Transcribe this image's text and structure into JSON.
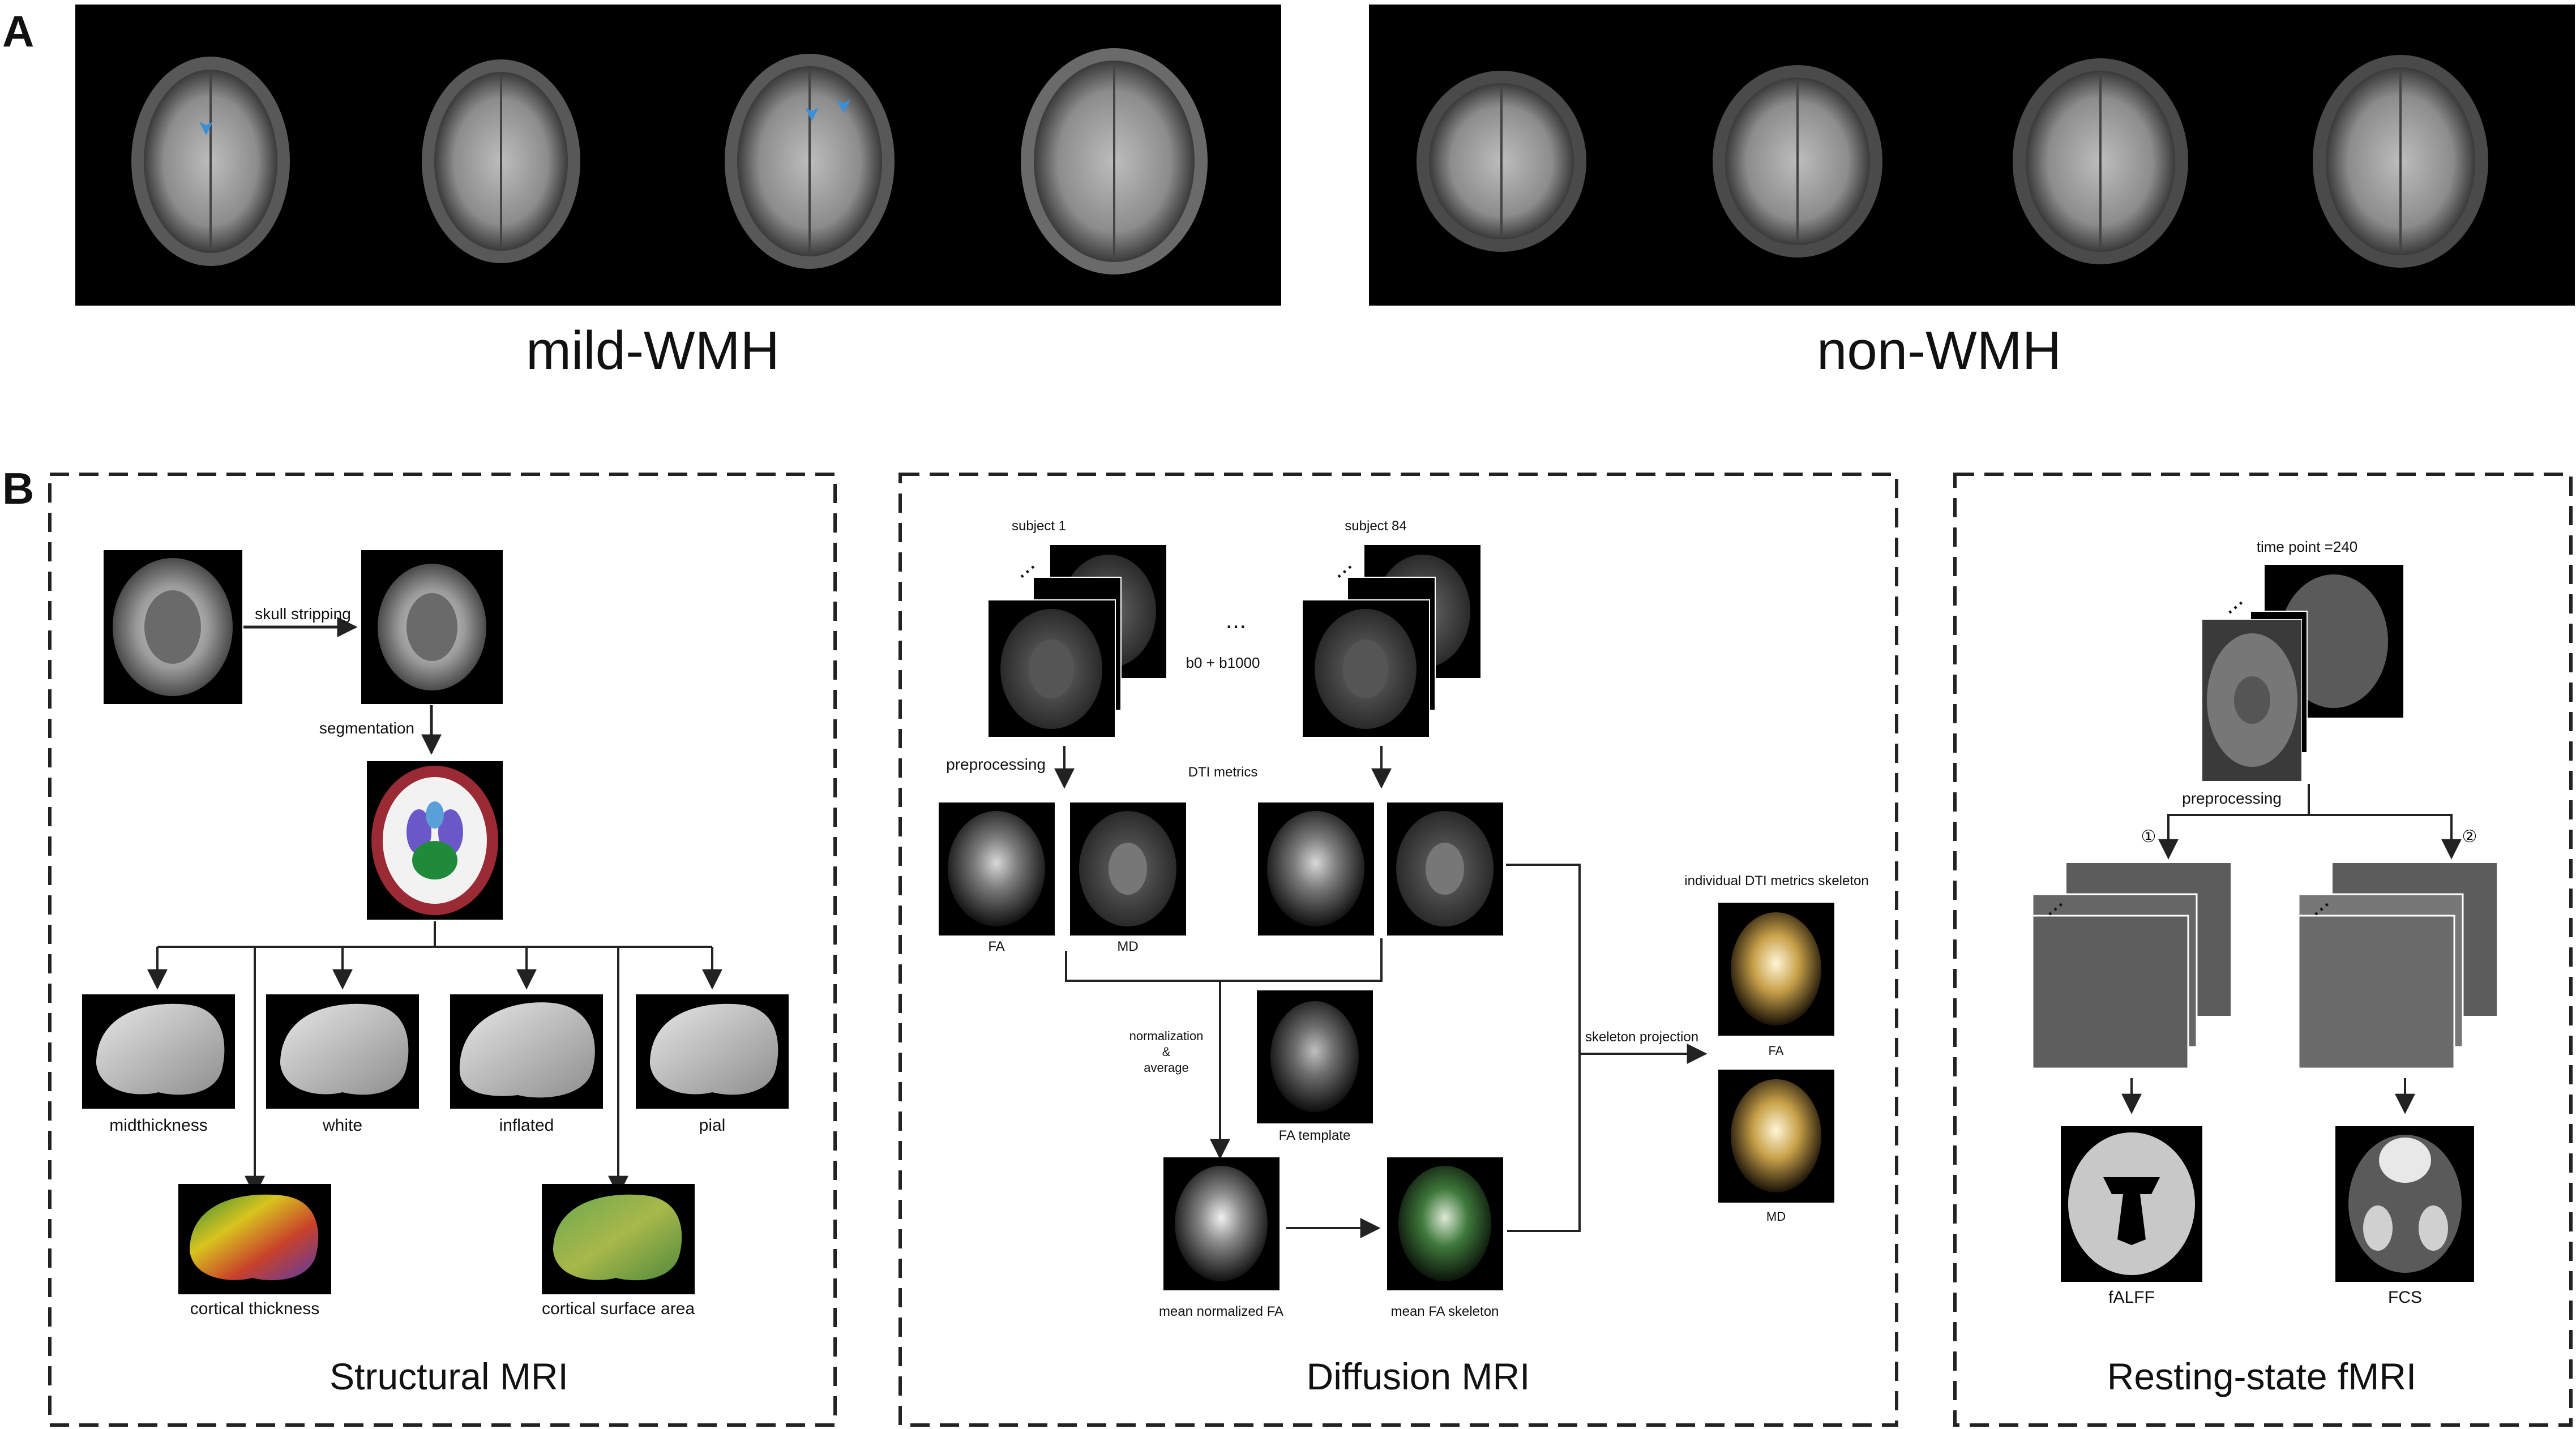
{
  "panel_a": {
    "letter": "A",
    "groups": [
      {
        "label": "mild-WMH",
        "scans": 4
      },
      {
        "label": "non-WMH",
        "scans": 4
      }
    ]
  },
  "panel_b": {
    "letter": "B",
    "structural": {
      "title": "Structural MRI",
      "skull_stripping": "skull stripping",
      "segmentation": "segmentation",
      "surfaces": [
        "midthickness",
        "white",
        "inflated",
        "pial"
      ],
      "cortical_thickness": "cortical thickness",
      "cortical_surface_area": "cortical surface area"
    },
    "diffusion": {
      "title": "Diffusion MRI",
      "subject_first": "subject 1",
      "subject_last": "subject 84",
      "ellipsis": "...",
      "b_values": "b0 + b1000",
      "preprocessing": "preprocessing",
      "dti_metrics": "DTI metrics",
      "fa": "FA",
      "md": "MD",
      "normalization_lines": [
        "normalization",
        "&",
        "average"
      ],
      "fa_template": "FA template",
      "mean_normalized_fa": "mean normalized FA",
      "mean_fa_skeleton": "mean FA skeleton",
      "skeleton_projection": "skeleton projection",
      "individual_skeleton": "individual DTI metrics skeleton"
    },
    "resting": {
      "title": "Resting-state fMRI",
      "time_point": "time point =240",
      "preprocessing": "preprocessing",
      "step1": "①",
      "step2": "②",
      "falff": "fALFF",
      "fcs": "FCS"
    }
  },
  "colors": {
    "background": "#ffffff",
    "scan_background": "#000000",
    "marker_arrow": "#3a8fd6",
    "line": "#222222"
  }
}
